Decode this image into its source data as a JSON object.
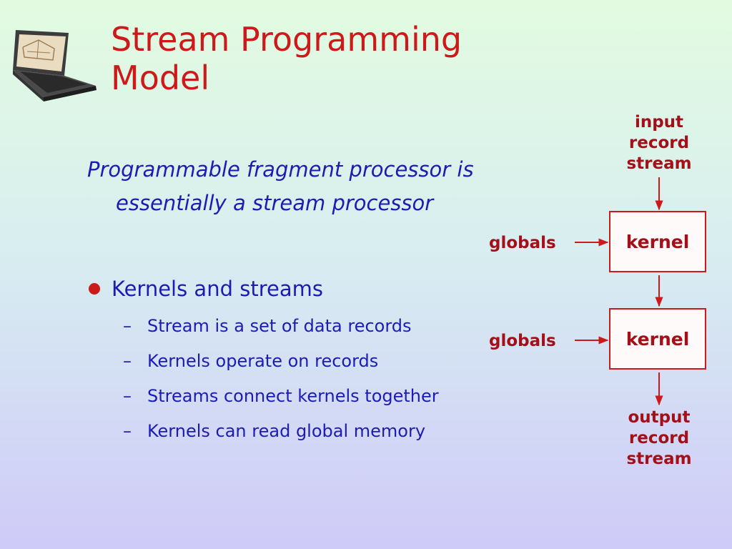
{
  "title_lines": [
    "Stream Programming",
    "Model"
  ],
  "lead": [
    "Programmable fragment processor is",
    "essentially a stream processor"
  ],
  "bullet": "Kernels and streams",
  "sub_dash": "–",
  "sub_items": [
    "Stream is a set of data records",
    "Kernels operate on records",
    "Streams connect kernels together",
    "Kernels can read global memory"
  ],
  "diagram": {
    "input_label": [
      "input",
      "record",
      "stream"
    ],
    "output_label": [
      "output",
      "record",
      "stream"
    ],
    "kernels": [
      "kernel",
      "kernel"
    ],
    "globals": [
      "globals",
      "globals"
    ]
  },
  "colors": {
    "title": "#cc1a1a",
    "body_text": "#1c1cb4",
    "diagram_text": "#a3101a",
    "box_border": "#cc1a1a"
  },
  "icons": {
    "corner": "laptop-icon"
  }
}
